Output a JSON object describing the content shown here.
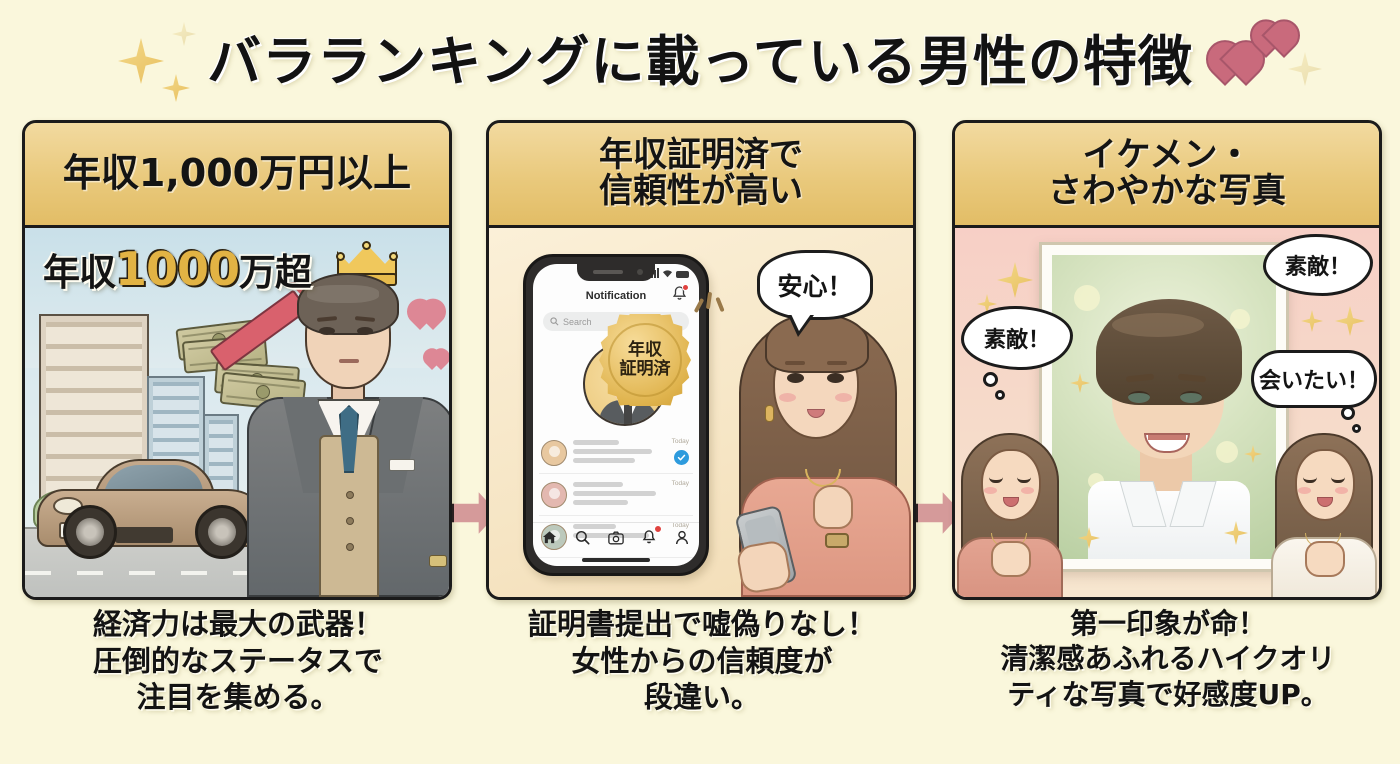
{
  "title": {
    "text": "バラランキングに載っている男性の特徴",
    "decorations": [
      "sparkle",
      "sparkle",
      "sparkle",
      "heart",
      "heart",
      "sparkle"
    ]
  },
  "theme": {
    "background": "#faf7dc",
    "header_gold": "#e9c97c",
    "card_border": "#1b1b1b",
    "arrow_pink": "#d59a9a",
    "heart_rose": "#c96a7c",
    "sparkle_gold": "#e8bf5e",
    "accent_text": "#141414"
  },
  "cards": [
    {
      "id": "income",
      "header": "年収1,000万円以上",
      "caption": "経済力は最大の武器！\n圧倒的なステータスで\n注目を集める。",
      "overlay_prefix": "年収",
      "overlay_number": "1000",
      "overlay_suffix": "万超",
      "scene_items": [
        "apartment-building",
        "office-buildings",
        "sports-car",
        "cash-stacks",
        "up-trend-arrow",
        "crown-icon",
        "businessman",
        "heart-icon",
        "heart-icon"
      ]
    },
    {
      "id": "verified",
      "header": "年収証明済で\n信頼性が高い",
      "caption": "証明書提出で嘘偽りなし！\n女性からの信頼度が\n段違い。",
      "phone": {
        "app_title": "Notification",
        "search_placeholder": "Search",
        "notifications": [
          {
            "time": "Today"
          },
          {
            "time": "Today"
          },
          {
            "time": "Today"
          }
        ],
        "tabs": [
          "home-icon",
          "search-icon",
          "camera-icon",
          "bell-icon",
          "person-icon"
        ]
      },
      "seal_text": "年収\n証明済",
      "bubble": "安心！",
      "scene_items": [
        "smartphone",
        "verified-seal",
        "woman-with-phone",
        "speech-bubble"
      ]
    },
    {
      "id": "photo",
      "header": "イケメン・\nさわやかな写真",
      "caption": "第一印象が命！\n清潔感あふれるハイクオリ\nティな写真で好感度UP。",
      "bubbles": [
        "素敵！",
        "素敵！",
        "会いたい！"
      ],
      "scene_items": [
        "photo-frame",
        "handsome-man-photo",
        "woman-left",
        "woman-right",
        "sparkle",
        "sparkle",
        "sparkle",
        "sparkle"
      ]
    }
  ],
  "arrows": [
    "arrow-right",
    "arrow-right"
  ]
}
